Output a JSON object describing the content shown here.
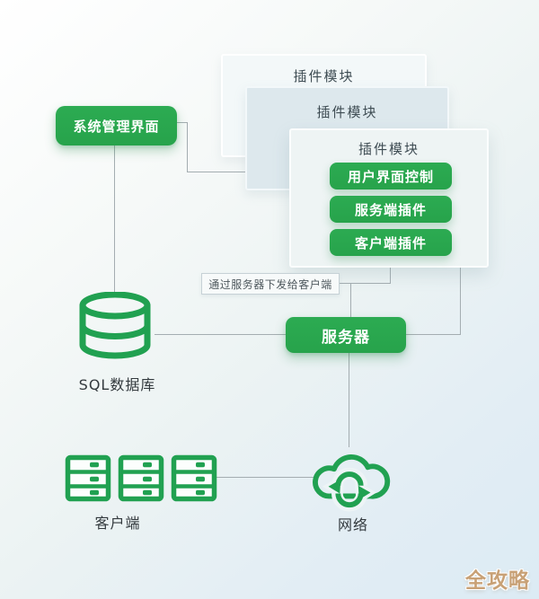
{
  "nodes": {
    "system_mgmt": "系统管理界面",
    "plugin_module_back": "插件模块",
    "plugin_module_mid": "插件模块",
    "plugin_module_front": "插件模块",
    "plugin_buttons": [
      "用户界面控制",
      "服务端插件",
      "客户端插件"
    ],
    "note": "通过服务器下发给客户端",
    "server": "服务器",
    "database": "SQL数据库",
    "client": "客户端",
    "network": "网络"
  },
  "watermark": "全攻略",
  "colors": {
    "node_green": "#29a54d",
    "icon_green": "#21a151",
    "line_grey": "#a4adb1",
    "panel_mid_fill": "#dde8ed",
    "panel_light_fill": "#f3f8f9",
    "watermark_tan": "#c8a176"
  }
}
